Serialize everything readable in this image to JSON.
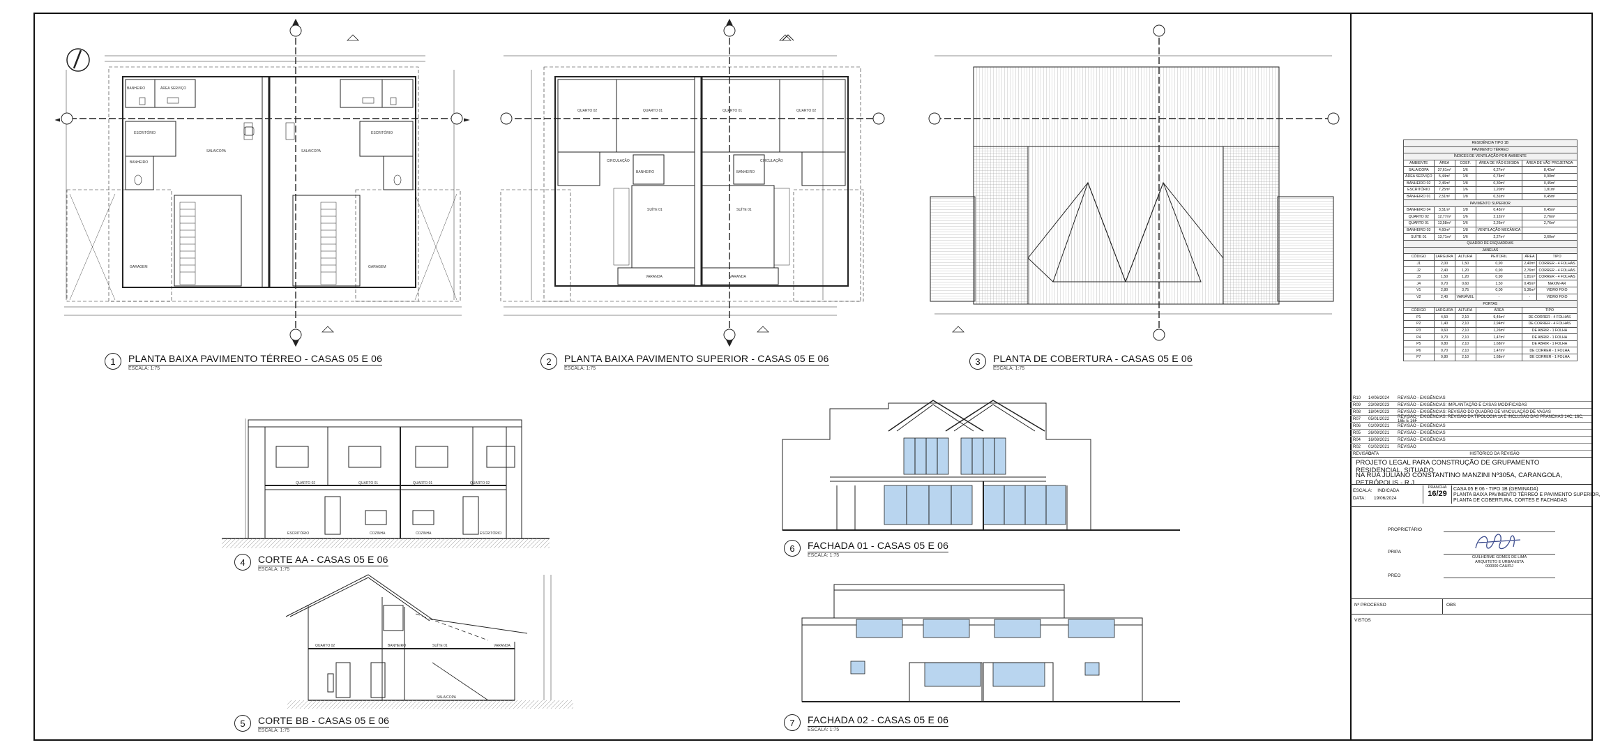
{
  "drawings": {
    "d1": {
      "number": "1",
      "title": "PLANTA BAIXA PAVIMENTO TÉRREO - CASAS 05 E 06",
      "scale": "ESCALA: 1:75"
    },
    "d2": {
      "number": "2",
      "title": "PLANTA BAIXA  PAVIMENTO SUPERIOR - CASAS 05 E 06",
      "scale": "ESCALA: 1:75"
    },
    "d3": {
      "number": "3",
      "title": "PLANTA DE COBERTURA - CASAS 05 E 06",
      "scale": "ESCALA: 1:75"
    },
    "d4": {
      "number": "4",
      "title": "CORTE AA - CASAS 05 E 06",
      "scale": "ESCALA: 1:75"
    },
    "d5": {
      "number": "5",
      "title": "CORTE BB - CASAS 05 E 06",
      "scale": "ESCALA: 1:75"
    },
    "d6": {
      "number": "6",
      "title": "FACHADA 01 - CASAS 05 E 06",
      "scale": "ESCALA: 1:75"
    },
    "d7": {
      "number": "7",
      "title": "FACHADA 02 - CASAS 05 E 06",
      "scale": "ESCALA: 1:75"
    }
  },
  "rooms": {
    "ground": [
      "BANHEIRO",
      "ÁREA SERVIÇO",
      "ESCRITÓRIO",
      "SALA/COPA",
      "GARAGEM",
      "BANHEIRO"
    ],
    "upper": [
      "QUARTO 02",
      "QUARTO 01",
      "CIRCULAÇÃO",
      "BANHEIRO",
      "SUÍTE 01",
      "VARANDA"
    ]
  },
  "section_labels": {
    "aa": [
      "QUARTO 02",
      "QUARTO 01",
      "QUARTO 01",
      "QUARTO 02",
      "ESCRITÓRIO",
      "COZINHA",
      "COZINHA",
      "ESCRITÓRIO"
    ],
    "bb": [
      "QUARTO 02",
      "BANHEIRO",
      "SUÍTE 01",
      "VARANDA",
      "SALA/COPA"
    ]
  },
  "area_table": {
    "title": "RESIDÊNCIA TIPO 1B",
    "ground_heading": "PAVIMENTO TÉRREO",
    "subheading": "ÍNDICES DE VENTILAÇÃO POR AMBIENTE",
    "headers": [
      "AMBIENTE",
      "ÁREA",
      "COEF.",
      "ÁREA DE VÃO EXIGIDA",
      "ÁREA DE VÃO PROJETADA"
    ],
    "ground_rows": [
      [
        "SALA/COPA",
        "37,61m²",
        "1/6",
        "6,27m²",
        "8,42m²"
      ],
      [
        "ÁREA SERVIÇO",
        "5,44m²",
        "1/8",
        "0,74m²",
        "0,90m²"
      ],
      [
        "BANHEIRO 02",
        "2,46m²",
        "1/8",
        "0,30m²",
        "0,45m²"
      ],
      [
        "ESCRITÓRIO",
        "7,25m²",
        "1/6",
        "1,20m²",
        "1,81m²"
      ],
      [
        "BANHEIRO 01",
        "2,51m²",
        "1/8",
        "0,31m²",
        "0,45m²"
      ]
    ],
    "upper_heading": "PAVIMENTO SUPERIOR",
    "upper_rows": [
      [
        "BANHEIRO 04",
        "3,51m²",
        "1/8",
        "0,43m²",
        "0,45m²"
      ],
      [
        "QUARTO 02",
        "12,77m²",
        "1/6",
        "2,12m²",
        "2,76m²"
      ],
      [
        "QUARTO 01",
        "13,58m²",
        "1/6",
        "2,26m²",
        "2,76m²"
      ],
      [
        "BANHEIRO 03",
        "4,60m²",
        "1/8",
        "VENTILAÇÃO MECÂNICA",
        ""
      ],
      [
        "SUÍTE 01",
        "13,71m²",
        "1/6",
        "2,27m²",
        "3,60m²"
      ]
    ],
    "frames_heading": "QUADRO DE ESQUADRIAS",
    "windows_heading": "JANELAS",
    "windows_headers": [
      "CÓDIGO",
      "LARGURA",
      "ALTURA",
      "PEITORIL",
      "ÁREA",
      "TIPO"
    ],
    "windows_rows": [
      [
        "J1",
        "2,00",
        "1,50",
        "0,90",
        "2,40m²",
        "CORRER - 4 FOLHAS"
      ],
      [
        "J2",
        "2,40",
        "1,20",
        "0,90",
        "2,76m²",
        "CORRER - 4 FOLHAS"
      ],
      [
        "J3",
        "1,50",
        "1,20",
        "0,90",
        "1,81m²",
        "CORRER - 4 FOLHAS"
      ],
      [
        "J4",
        "0,70",
        "0,60",
        "1,50",
        "0,45m²",
        "MAXIM-AR"
      ],
      [
        "V1",
        "2,80",
        "3,75",
        "0,00",
        "5,36m²",
        "VIDRO FIXO"
      ],
      [
        "V2",
        "2,40",
        "VARIÁVEL",
        "-",
        "-",
        "VIDRO FIXO"
      ]
    ],
    "doors_heading": "PORTAS",
    "doors_headers": [
      "CÓDIGO",
      "LARGURA",
      "ALTURA",
      "ÁREA",
      "TIPO"
    ],
    "doors_rows": [
      [
        "P1",
        "4,50",
        "2,10",
        "9,45m²",
        "DE CORRER - 4 FOLHAS"
      ],
      [
        "P2",
        "1,40",
        "2,10",
        "2,94m²",
        "DE CORRER - 4 FOLHAS"
      ],
      [
        "P3",
        "0,60",
        "2,10",
        "1,26m²",
        "DE ABRIR - 1 FOLHA"
      ],
      [
        "P4",
        "0,70",
        "2,10",
        "1,47m²",
        "DE ABRIR - 1 FOLHA"
      ],
      [
        "P5",
        "0,80",
        "2,10",
        "1,68m²",
        "DE ABRIR - 1 FOLHA"
      ],
      [
        "P6",
        "0,70",
        "2,10",
        "1,47m²",
        "DE CORRER - 1 FOLHA"
      ],
      [
        "P7",
        "0,80",
        "2,10",
        "1,68m²",
        "DE CORRER - 1 FOLHA"
      ]
    ]
  },
  "revisions": {
    "rows": [
      [
        "R10",
        "14/06/2024",
        "REVISÃO - EXIGÊNCIAS"
      ],
      [
        "R09",
        "23/08/2023",
        "REVISÃO - EXIGÊNCIAS: IMPLANTAÇÃO E CASAS MODIFICADAS"
      ],
      [
        "R08",
        "18/04/2023",
        "REVISÃO - EXIGÊNCIAS: REVISÃO DO QUADRO DE VINCULAÇÃO DE VAGAS"
      ],
      [
        "R07",
        "05/01/2022",
        "REVISÃO - EXIGÊNCIAS: REVISÃO DA TIPOLOGIA 1A E INCLUSÃO DAS PRANCHAS 14C, 16C, 16E E 16F"
      ],
      [
        "R06",
        "01/09/2021",
        "REVISÃO - EXIGÊNCIAS"
      ],
      [
        "R05",
        "26/08/2021",
        "REVISÃO - EXIGÊNCIAS"
      ],
      [
        "R04",
        "16/08/2021",
        "REVISÃO - EXIGÊNCIAS"
      ],
      [
        "R02",
        "01/02/2021",
        "REVISÃO"
      ]
    ],
    "header": [
      "REVISÃO",
      "DATA",
      "HISTÓRICO DA REVISÃO"
    ]
  },
  "project": {
    "line1": "PROJETO LEGAL PARA CONSTRUÇÃO DE GRUPAMENTO RESIDENCIAL, SITUADO",
    "line2": "NA RUA JULIANO CONSTANTINO MANZINI Nº305A, CARANGOLA, PETRÓPOLIS - R.J.",
    "scale_label": "ESCALA:",
    "scale_value": "INDICADA",
    "date_label": "DATA:",
    "date_value": "19/06/2024",
    "sheet_label": "PRANCHA",
    "sheet_value": "16/29",
    "desc1": "CASA 05 E 06 - TIPO 1B (GEMINADA)",
    "desc2": "PLANTA  BAIXA PAVIMENTO TÉRREO E PAVIMENTO SUPERIOR,",
    "desc3": "PLANTA DE COBERTURA, CORTES E FACHADAS"
  },
  "signatures": {
    "owner": "PROPRIETÁRIO",
    "pripa": "PRIPA",
    "prepi": "PREO",
    "name": "GUILHERME GOMES DE LIMA",
    "role": "ARQUITETO E URBANISTA",
    "reg": "000000 CAU/RJ"
  },
  "footer": {
    "process": "Nº PROCESSO",
    "obs": "OBS",
    "visto": "VISTOS"
  },
  "colors": {
    "line": "#222222",
    "glass": "#b9d5ef",
    "hatch": "#9a9a9a"
  }
}
